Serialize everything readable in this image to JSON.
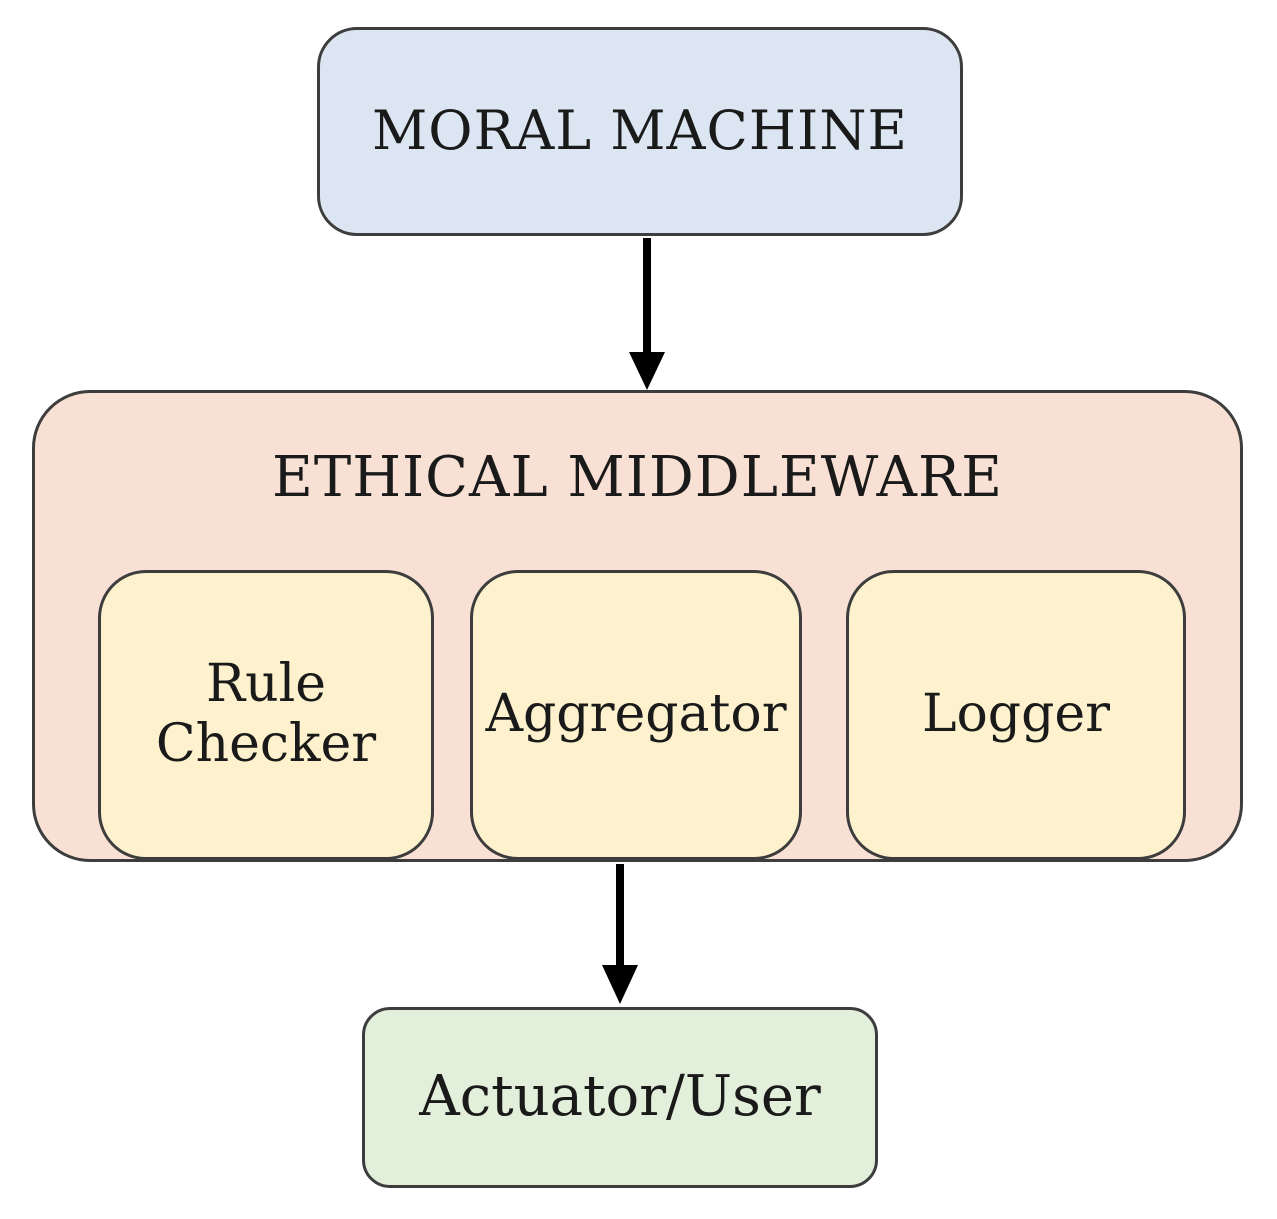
{
  "colors": {
    "background": "#ffffff",
    "border": "#3d3d3d",
    "arrow": "#000000",
    "moral_machine_fill": "#dbe6f2",
    "middleware_fill": "#f8e1d4",
    "component_fill": "#fdf2cd",
    "actuator_fill": "#e2efda"
  },
  "nodes": {
    "moral_machine": {
      "label": "MORAL MACHINE"
    },
    "ethical_middleware": {
      "label": "ETHICAL MIDDLEWARE",
      "components": [
        {
          "label": "Rule Checker"
        },
        {
          "label": "Aggregator"
        },
        {
          "label": "Logger"
        }
      ]
    },
    "actuator_user": {
      "label": "Actuator/User"
    }
  },
  "edges": [
    {
      "from": "moral_machine",
      "to": "ethical_middleware"
    },
    {
      "from": "ethical_middleware",
      "to": "actuator_user"
    }
  ]
}
